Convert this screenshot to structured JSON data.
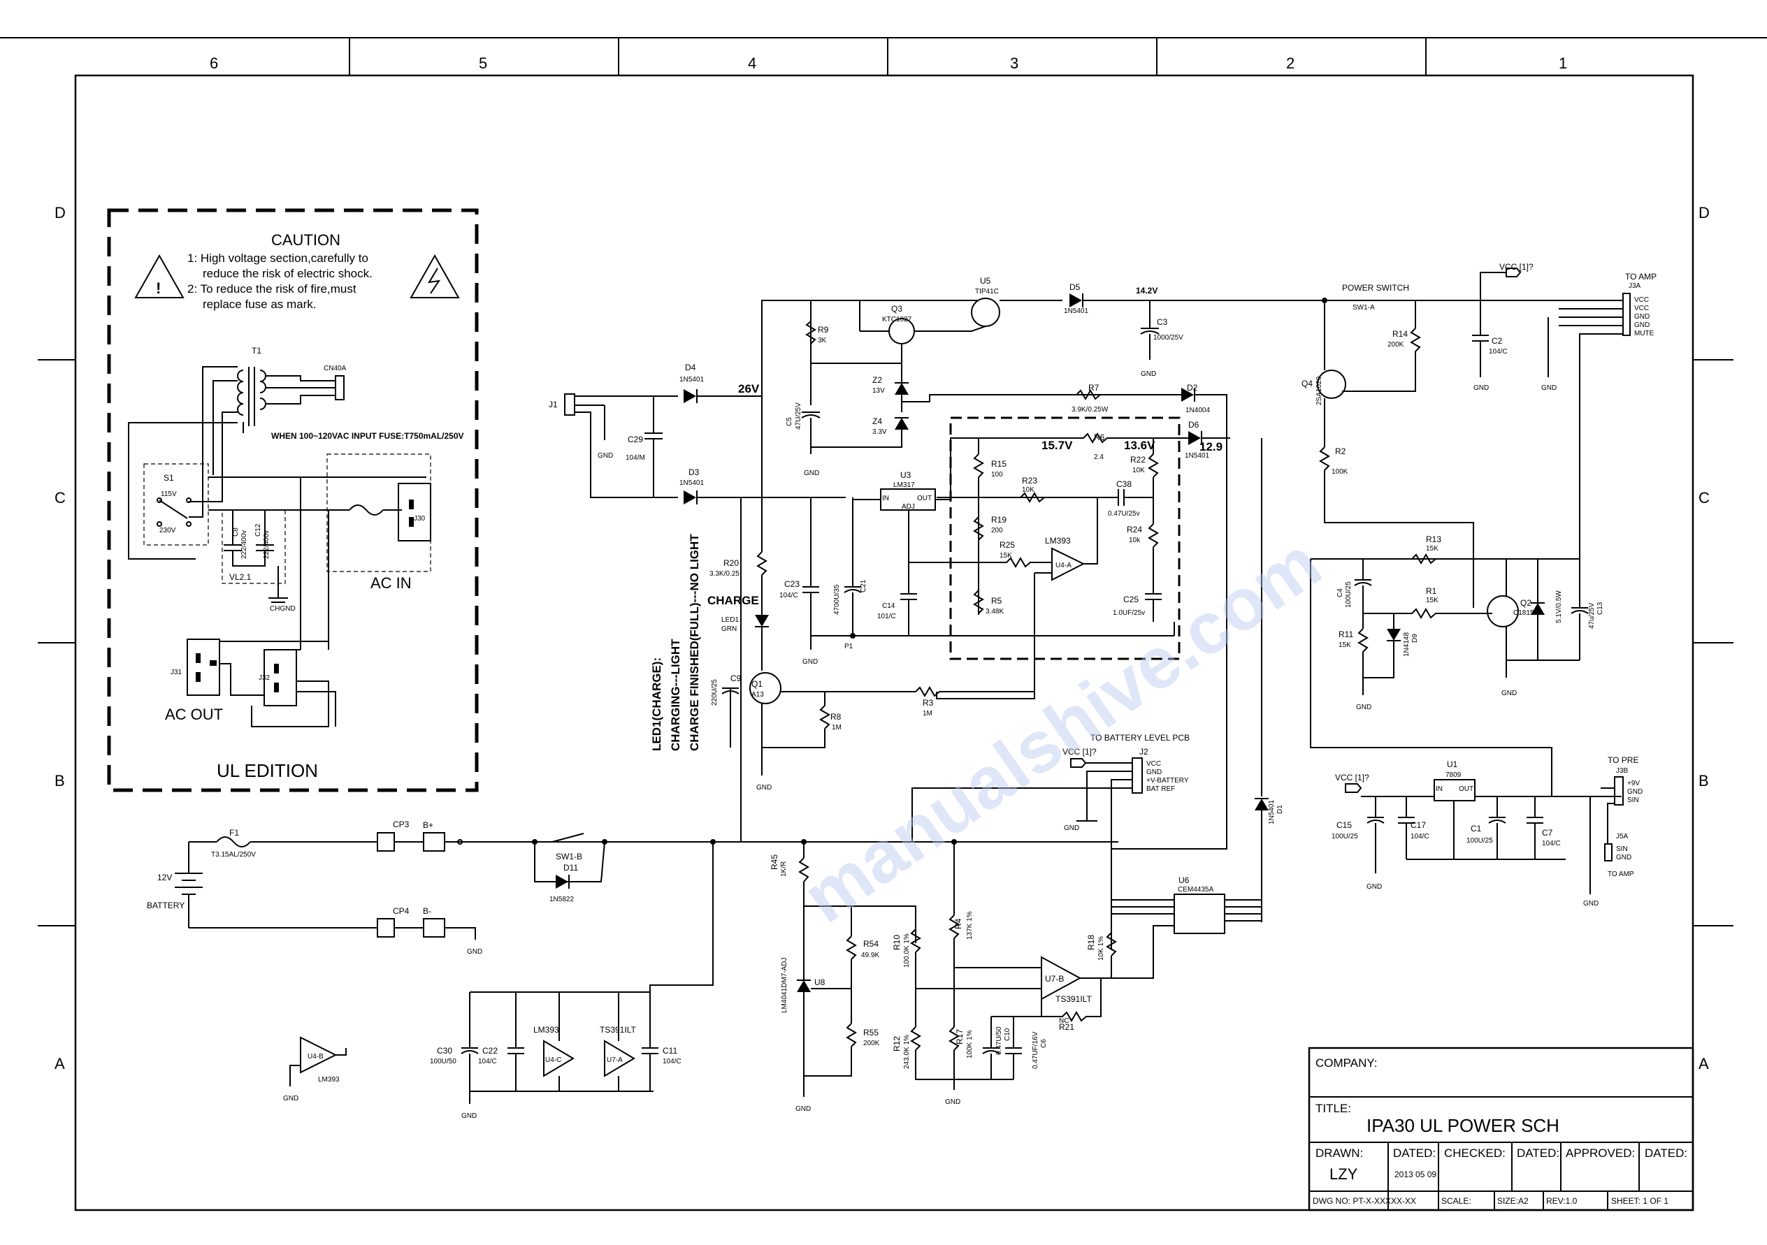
{
  "grid": {
    "columns": [
      "6",
      "5",
      "4",
      "3",
      "2",
      "1"
    ],
    "rows": [
      "D",
      "C",
      "B",
      "A"
    ]
  },
  "caution": {
    "title": "CAUTION",
    "line1": "1: High voltage section,carefully to",
    "line2": "reduce the risk of electric shock.",
    "line3": "2: To reduce the risk of fire,must",
    "line4": "replace fuse as mark.",
    "edition": "UL EDITION",
    "input_note": "WHEN 100~120VAC INPUT    FUSE:T750mAL/250V",
    "ac_in": "AC IN",
    "ac_out": "AC OUT",
    "t1": "T1",
    "cn40a": "CN40A",
    "s1": "S1",
    "v115": "115V",
    "v230": "230V",
    "j30": "J30",
    "j31": "J31",
    "j32": "J32",
    "c8": "C8",
    "c8_val": "222/400v",
    "c12": "C12",
    "c12_val": "222/400v",
    "vl21": "VL2.1",
    "chgnd": "CHGND"
  },
  "labels": {
    "j1": "J1",
    "d4": "D4",
    "d4_val": "1N5401",
    "d3": "D3",
    "d3_val": "1N5401",
    "v26": "26V",
    "c29": "C29",
    "c29_val": "104/M",
    "gnd": "GND",
    "c5": "C5",
    "c5_val": "47U/25V",
    "r9": "R9",
    "r9_val": "3K",
    "q3": "Q3",
    "q3_val": "KTC1027",
    "u5": "U5",
    "u5_val": "TIP41C",
    "z2": "Z2",
    "z2_val": "13V",
    "z4": "Z4",
    "z4_val": "3.3V",
    "d5": "D5",
    "d5_val": "1N5401",
    "v142": "14.2V",
    "c3": "C3",
    "c3_val": "1000/25V",
    "r7": "R7",
    "r7_val": "3.9K/0.25W",
    "d2": "D2",
    "d2_val": "1N4004",
    "d6": "D6",
    "d6_val": "1N5401",
    "v157": "15.7V",
    "r6": "R6",
    "r6_val": "2.4",
    "v136": "13.6V",
    "v129": "12.9",
    "r15": "R15",
    "r15_val": "100",
    "r23": "R23",
    "r23_val": "10K",
    "c38": "C38",
    "c38_val": "0.47U/25v",
    "r22": "R22",
    "r22_val": "10K",
    "u3": "U3",
    "u3_val": "LM317",
    "u3_in": "IN",
    "u3_out": "OUT",
    "u3_adj": "ADJ",
    "r19": "R19",
    "r19_val": "200",
    "r25": "R25",
    "r25_val": "15K",
    "lm393": "LM393",
    "u4a": "U4-A",
    "r24": "R24",
    "r24_val": "10k",
    "c25": "C25",
    "c25_val": "1.0UF/25v",
    "r5": "R5",
    "r5_val": "3.48K",
    "c14": "C14",
    "c14_val": "101/C",
    "c21": "C21",
    "c21_val": "4700U/35",
    "c23": "C23",
    "c23_val": "104/C",
    "p1": "P1",
    "r20": "R20",
    "r20_val": "3.3K/0.25",
    "charge": "CHARGE",
    "led1": "LED1",
    "led1_val": "GRN",
    "c9": "C9",
    "c9_val": "220U/25",
    "q1": "Q1",
    "q1_val": "A13",
    "r8": "R8",
    "r8_val": "1M",
    "r3": "R3",
    "r3_val": "1M",
    "led_note1": "LED1(CHARGE):",
    "led_note2": "CHARGING---LIGHT",
    "led_note3": "CHARGE FINISHED(FULL)---NO LIGHT",
    "power_switch": "POWER SWITCH",
    "sw1a": "SW1-A",
    "vcc": "VCC",
    "vcc_tag": "VCC  [1]?",
    "to_amp": "TO AMP",
    "j3a": "J3A",
    "j3a_pins": [
      "VCC",
      "VCC",
      "GND",
      "GND",
      "MUTE"
    ],
    "q4": "Q4",
    "q4_val": "2SA1020",
    "r14": "R14",
    "r14_val": "200K",
    "c2": "C2",
    "c2_val": "104/C",
    "r2": "R2",
    "r2_val": "100K",
    "c4": "C4",
    "c4_val": "100U/25",
    "r13": "R13",
    "r13_val": "15K",
    "r1": "R1",
    "r1_val": "15K",
    "r11": "R11",
    "r11_val": "15K",
    "d9": "D9",
    "d9_val": "1N4148",
    "q2": "Q2",
    "q2_val": "C1815",
    "z1_val": "5.1V/0.5W",
    "c13": "C13",
    "c13_val": "47u/25V",
    "to_battery": "TO BATTERY LEVEL PCB",
    "j2": "J2",
    "j2_pins": [
      "VCC",
      "GND",
      "+V-BATTERY",
      "BAT REF"
    ],
    "d1": "D1",
    "d1_val": "1N5401",
    "u1": "U1",
    "u1_val": "7809",
    "u1_in": "IN",
    "u1_out": "OUT",
    "c15": "C15",
    "c15_val": "100U/25",
    "c17": "C17",
    "c17_val": "104/C",
    "c1": "C1",
    "c1_val": "100U/25",
    "c7": "C7",
    "c7_val": "104/C",
    "to_pre": "TO PRE",
    "j3b": "J3B",
    "j3b_pins": [
      "+9V",
      "GND",
      "SIN"
    ],
    "j5a": "J5A",
    "j5a_pins": [
      "SIN",
      "GND"
    ],
    "f1": "F1",
    "f1_val": "T3.15AL/250V",
    "battery": "12V\nBATTERY",
    "battery1": "12V",
    "battery2": "BATTERY",
    "cp3": "CP3",
    "bplus": "B+",
    "cp4": "CP4",
    "bminus": "B-",
    "sw1b": "SW1-B",
    "d11": "D11",
    "d11_val": "1N5822",
    "r45": "R45",
    "r45_val": "1K/R",
    "u8": "U8",
    "u8_val": "LM4041DM7-ADJ",
    "r54": "R54",
    "r54_val": "49.9K",
    "r55": "R55",
    "r55_val": "200K",
    "r10": "R10",
    "r10_val": "100.0K 1%",
    "r4": "R4",
    "r4_val": "137K 1%",
    "r12": "R12",
    "r12_val": "243.0K 1%",
    "r17": "R17",
    "r17_val": "100K 1%",
    "c10": "C10",
    "c10_val": "0.47U/50",
    "c6": "C6",
    "c6_val": "0.47UF/16V",
    "u7b": "U7-B",
    "ts391": "TS391ILT",
    "r21": "R21",
    "r21_val": "NC",
    "r18": "R18",
    "r18_val": "10K 1%",
    "u6": "U6",
    "u6_val": "CEM4435A",
    "c30": "C30",
    "c30_val": "100U/50",
    "c22": "C22",
    "c22_val": "104/C",
    "u4c": "U4-C",
    "u7a": "U7-A",
    "c11": "C11",
    "c11_val": "104/C",
    "u4b": "U4-B",
    "lm393b": "LM393"
  },
  "title_block": {
    "company_label": "COMPANY:",
    "company_value": "",
    "title_label": "TITLE:",
    "title_value": "IPA30 UL POWER  SCH",
    "drawn_label": "DRAWN:",
    "drawn_value": "LZY",
    "dated_label": "DATED:",
    "dated_value": "2013 05 09",
    "checked_label": "CHECKED:",
    "dated2_label": "DATED:",
    "approved_label": "APPROVED:",
    "dated3_label": "DATED:",
    "dwg_no": "DWG NO: PT-X-XXXXX-XX",
    "scale": "SCALE:",
    "size": "SIZE:A2",
    "rev": "REV:1.0",
    "sheet": "SHEET:   1 OF 1"
  },
  "watermark": "manualshive.com"
}
